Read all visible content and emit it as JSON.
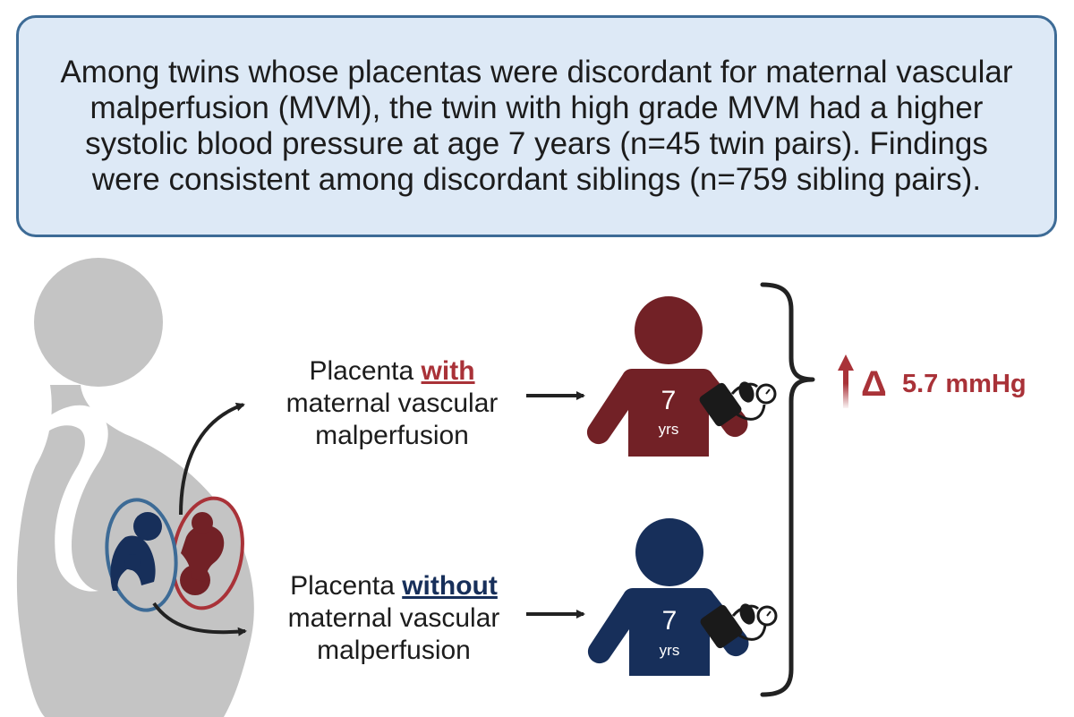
{
  "summary": {
    "text": "Among twins whose placentas were discordant for maternal vascular malperfusion (MVM), the twin with high grade MVM had a higher systolic blood pressure at age 7 years (n=45 twin pairs). Findings were consistent among discordant siblings (n=759 sibling pairs)."
  },
  "with_label": {
    "line1_prefix": "Placenta ",
    "line1_emphasis": "with",
    "line2": "maternal vascular",
    "line3": "malperfusion"
  },
  "without_label": {
    "line1_prefix": "Placenta ",
    "line1_emphasis": "without",
    "line2": "maternal vascular",
    "line3": "malperfusion"
  },
  "child_with": {
    "age": "7",
    "unit": "yrs"
  },
  "child_without": {
    "age": "7",
    "unit": "yrs"
  },
  "result": {
    "delta_symbol": "Δ",
    "value": "5.7 mmHg"
  },
  "colors": {
    "with": "#722126",
    "without": "#172f5a",
    "result": "#a93238",
    "silhouette": "#c4c4c4",
    "box_fill": "#dde9f6",
    "box_border": "#3d6b96"
  },
  "icons": {
    "mother": "pregnant-woman-icon",
    "twins": "twin-fetuses-icon",
    "child": "child-icon",
    "bp_monitor": "blood-pressure-cuff-icon"
  }
}
